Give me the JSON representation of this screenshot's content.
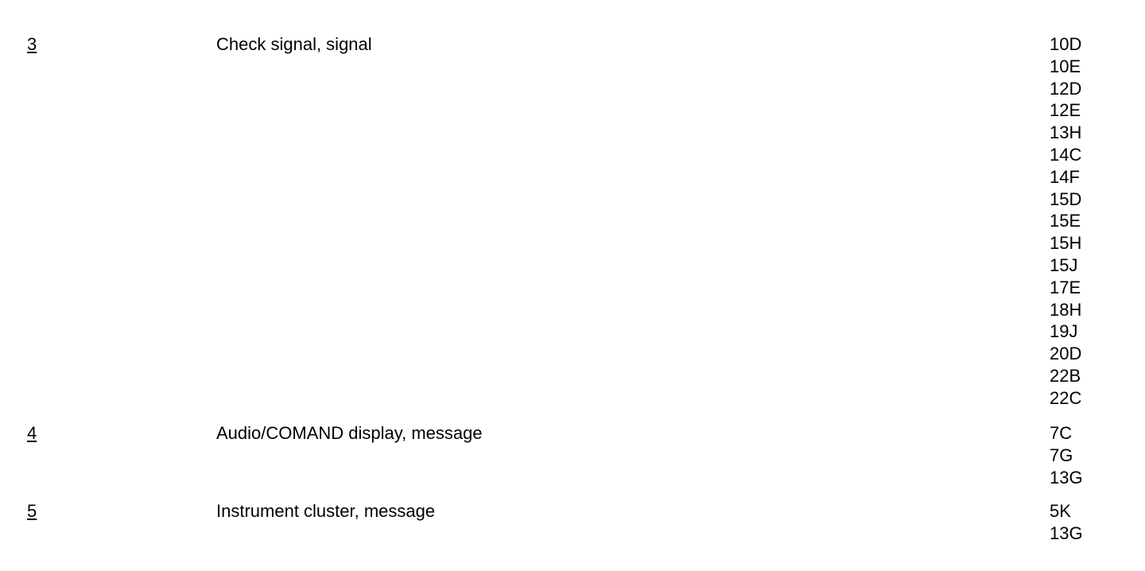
{
  "entries": [
    {
      "number": "3",
      "description": "Check signal, signal",
      "refs": [
        "10D",
        "10E",
        "12D",
        "12E",
        "13H",
        "14C",
        "14F",
        "15D",
        "15E",
        "15H",
        "15J",
        "17E",
        "18H",
        "19J",
        "20D",
        "22B",
        "22C"
      ]
    },
    {
      "number": "4",
      "description": "Audio/COMAND display, message",
      "refs": [
        "7C",
        "7G",
        "13G"
      ]
    },
    {
      "number": "5",
      "description": "Instrument cluster, message",
      "refs": [
        "5K",
        "13G"
      ]
    }
  ]
}
